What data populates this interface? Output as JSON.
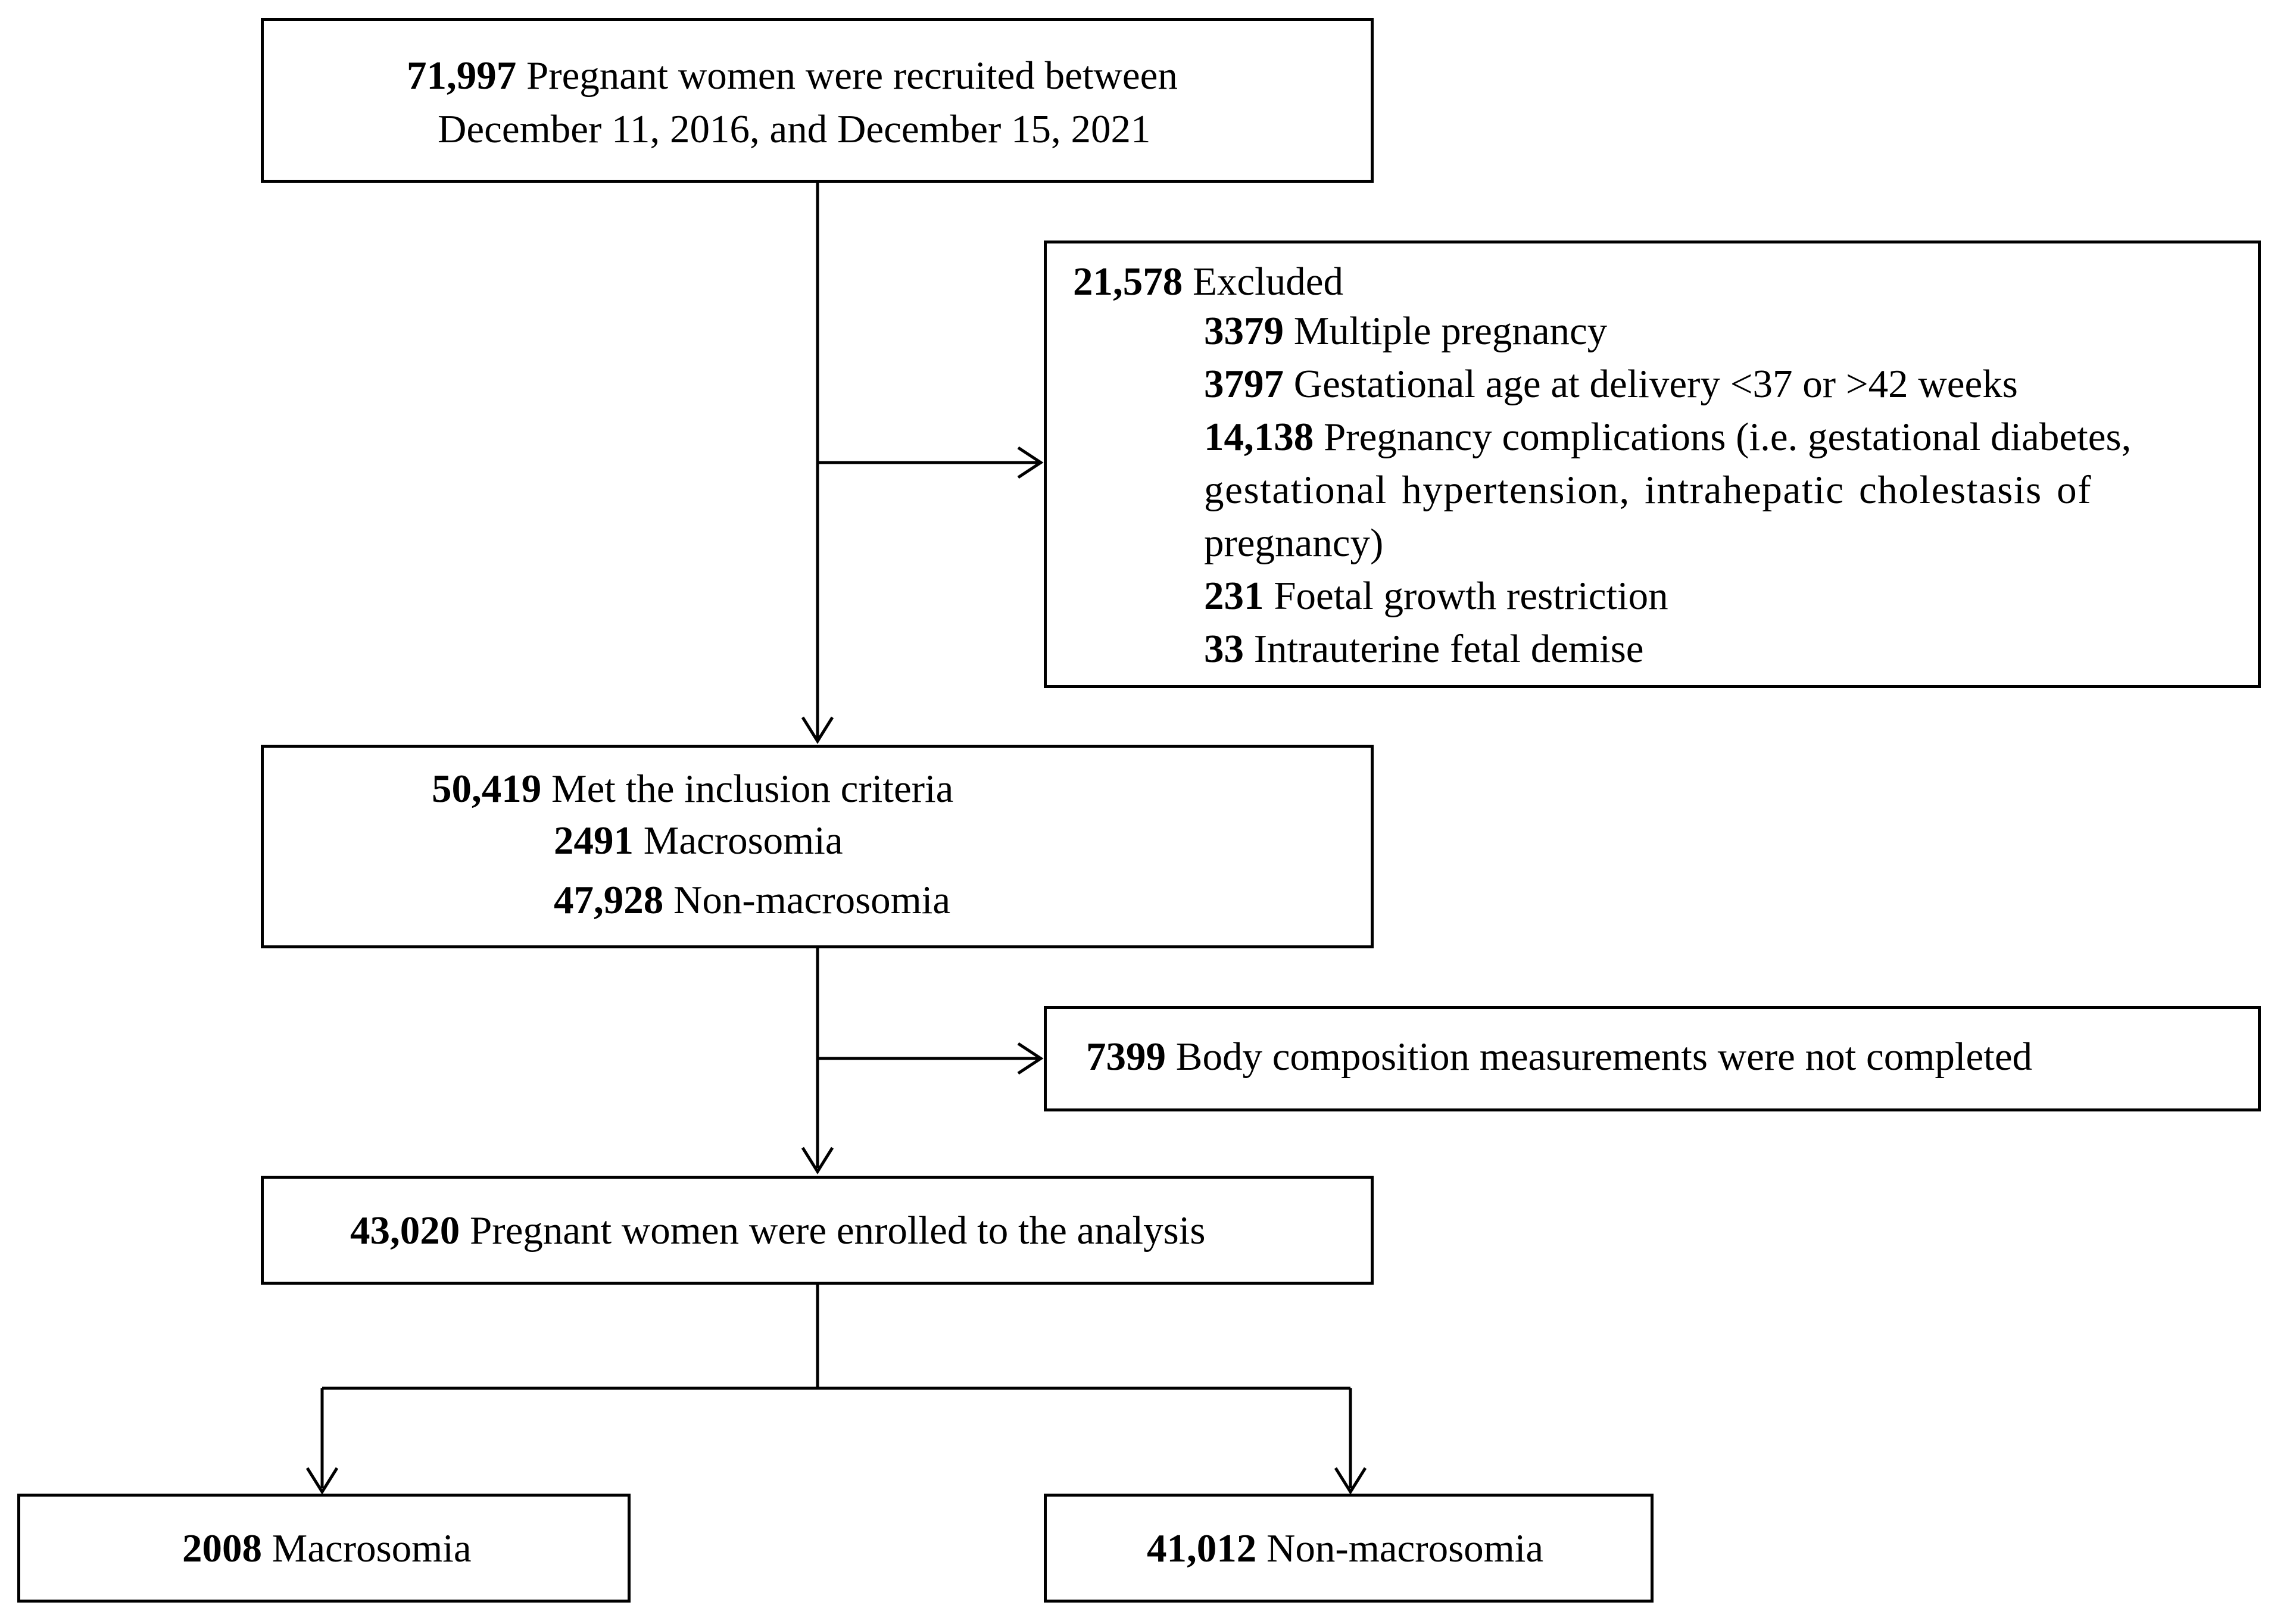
{
  "diagram": {
    "box_recruited": {
      "count": "71,997",
      "text_line1": "Pregnant women were recruited between",
      "text_line2": "December 11, 2016, and December 15, 2021"
    },
    "box_excluded": {
      "count": "21,578",
      "label": "Excluded",
      "items": [
        {
          "count": "3379",
          "text": "Multiple pregnancy"
        },
        {
          "count": "3797",
          "text": "Gestational age at delivery <37 or >42 weeks"
        },
        {
          "count": "14,138",
          "text": "Pregnancy complications (i.e. gestational diabetes,",
          "text_line2": "gestational hypertension, intrahepatic cholestasis of",
          "text_line3": "pregnancy)"
        },
        {
          "count": "231",
          "text": "Foetal growth restriction"
        },
        {
          "count": "33",
          "text": "Intrauterine fetal demise"
        }
      ]
    },
    "box_inclusion": {
      "count": "50,419",
      "text": "Met the inclusion criteria",
      "sub": [
        {
          "count": "2491",
          "text": "Macrosomia"
        },
        {
          "count": "47,928",
          "text": "Non-macrosomia"
        }
      ]
    },
    "box_body_comp": {
      "count": "7399",
      "text": "Body composition measurements were not completed"
    },
    "box_enrolled": {
      "count": "43,020",
      "text": "Pregnant women were enrolled to the analysis"
    },
    "box_macrosomia": {
      "count": "2008",
      "text": "Macrosomia"
    },
    "box_non_macrosomia": {
      "count": "41,012",
      "text": "Non-macrosomia"
    }
  }
}
